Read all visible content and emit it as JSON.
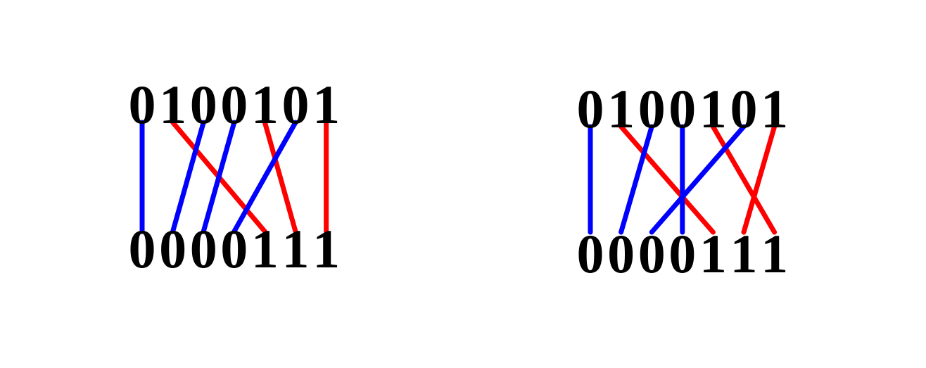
{
  "colors": {
    "blue": "#0000ff",
    "red": "#ff0000",
    "text": "#000000",
    "background": "#ffffff"
  },
  "diagrams": [
    {
      "top_string": "0100101",
      "bottom_string": "0000111",
      "edges": [
        {
          "from": 0,
          "to": 0,
          "color": "blue"
        },
        {
          "from": 1,
          "to": 4,
          "color": "red"
        },
        {
          "from": 2,
          "to": 1,
          "color": "blue"
        },
        {
          "from": 3,
          "to": 2,
          "color": "blue"
        },
        {
          "from": 4,
          "to": 5,
          "color": "red"
        },
        {
          "from": 5,
          "to": 3,
          "color": "blue"
        },
        {
          "from": 6,
          "to": 6,
          "color": "red"
        }
      ]
    },
    {
      "top_string": "0100101",
      "bottom_string": "0000111",
      "edges": [
        {
          "from": 0,
          "to": 0,
          "color": "blue"
        },
        {
          "from": 1,
          "to": 4,
          "color": "red"
        },
        {
          "from": 2,
          "to": 1,
          "color": "blue"
        },
        {
          "from": 3,
          "to": 3,
          "color": "blue"
        },
        {
          "from": 4,
          "to": 6,
          "color": "red"
        },
        {
          "from": 5,
          "to": 2,
          "color": "blue"
        },
        {
          "from": 6,
          "to": 5,
          "color": "red"
        }
      ]
    }
  ]
}
